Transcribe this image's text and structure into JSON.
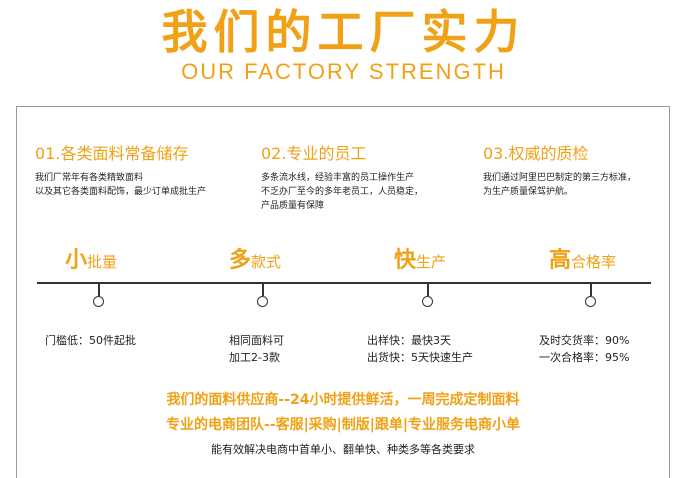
{
  "title_cn": "我们的工厂实力",
  "title_en": "OUR FACTORY STRENGTH",
  "features": [
    {
      "title": "01.各类面料常备储存",
      "desc": "我们厂常年有各类精致面料\n以及其它各类面料配饰，最少订单成批生产"
    },
    {
      "title": "02.专业的员工",
      "desc": "多条流水线，经验丰富的员工操作生产\n不乏办厂至今的多年老员工，人员稳定，\n产品质量有保障"
    },
    {
      "title": "03.权威的质检",
      "desc": "我们通过阿里巴巴制定的第三方标准，\n为生产质量保驾护航。"
    }
  ],
  "metrics": [
    {
      "big": "小",
      "rest": "批量"
    },
    {
      "big": "多",
      "rest": "款式"
    },
    {
      "big": "快",
      "rest": "生产"
    },
    {
      "big": "高",
      "rest": "合格率"
    }
  ],
  "details": [
    "门槛低：50件起批",
    "相同面料可\n加工2-3款",
    "出样快：最快3天\n出货快：5天快速生产",
    "及时交货率：90%\n一次合格率：95%"
  ],
  "banner_line1": "我们的面料供应商--24小时提供鲜活，一周完成定制面料",
  "banner_line2": "专业的电商团队--客服|采购|制版|跟单|专业服务电商小单",
  "banner_line3": "能有效解决电商中首单小、翻单快、种类多等各类要求",
  "colors": {
    "accent": "#f0a116",
    "text": "#222222",
    "border": "#9a9a9a"
  }
}
